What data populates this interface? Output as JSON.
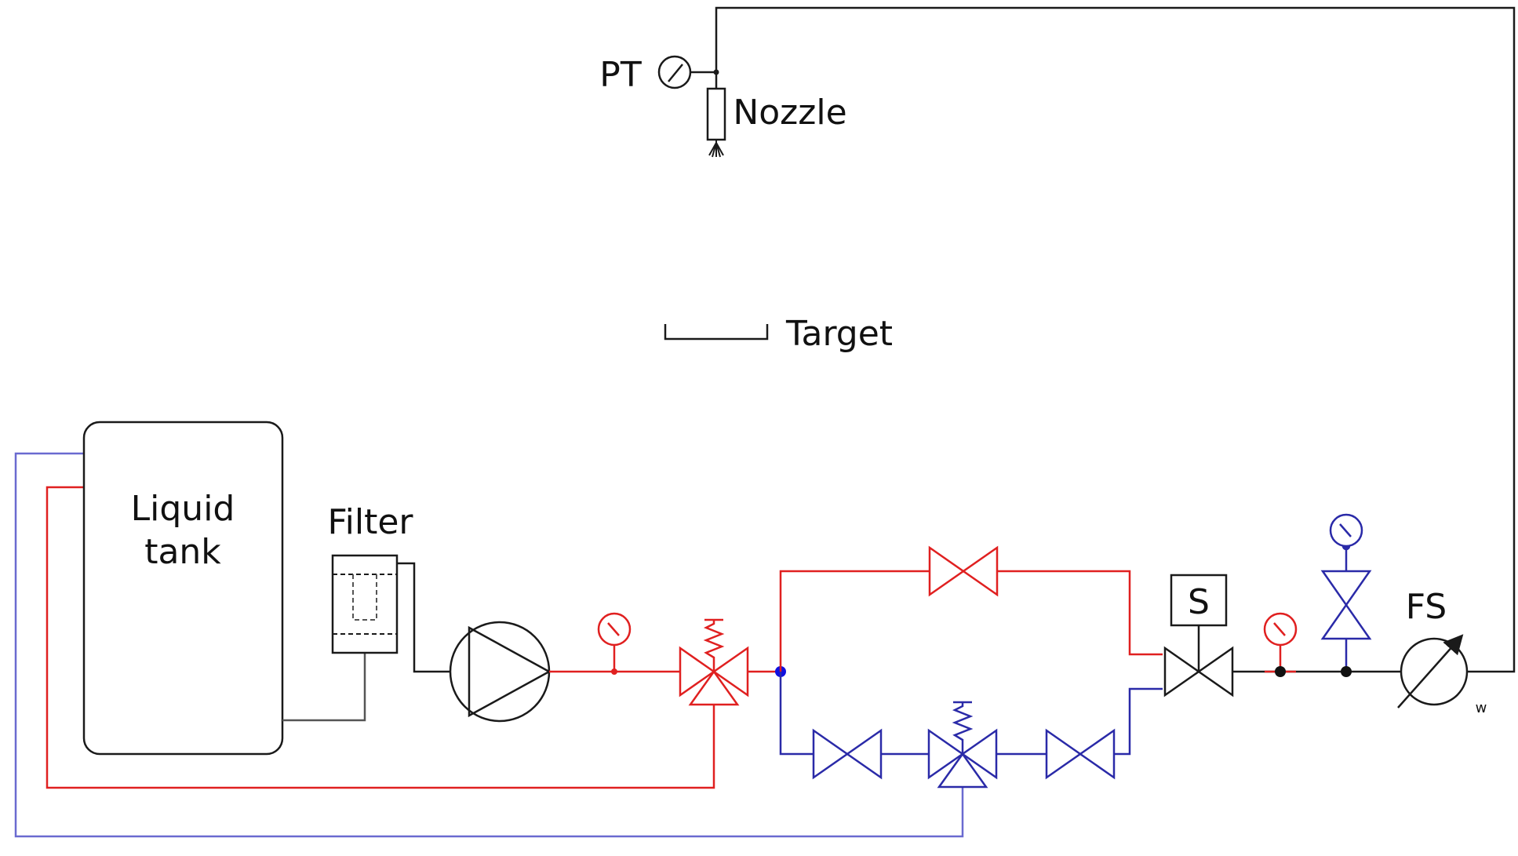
{
  "labels": {
    "liquid_tank_line1": "Liquid",
    "liquid_tank_line2": "tank",
    "filter": "Filter",
    "pt": "PT",
    "nozzle": "Nozzle",
    "target": "Target",
    "solenoid": "S",
    "fs": "FS",
    "fs_sub": "w"
  },
  "colors": {
    "line": "#1a1a1a",
    "grey_line": "#555555",
    "red": "#e02020",
    "blue": "#2a2aa8",
    "junction_blue": "#1010e0"
  }
}
